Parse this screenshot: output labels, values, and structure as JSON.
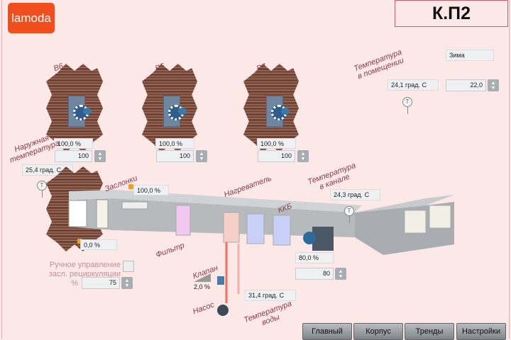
{
  "header": {
    "logo": "lamoda",
    "title": "К.П2"
  },
  "mode": "Зима",
  "room": {
    "label": "Температура в помещении",
    "label1": "Температура",
    "label2": "в помещении",
    "value": "24,1 град. С",
    "setpoint": "22,0"
  },
  "outdoor": {
    "label1": "Наружная",
    "label2": "температура",
    "value": "25,4 град. С"
  },
  "fans": [
    {
      "name": "В6",
      "status": "100,0 %",
      "setpoint": "100"
    },
    {
      "name": "В5",
      "status": "100,0 %",
      "setpoint": "100"
    },
    {
      "name": "В4",
      "status": "100,0 %",
      "setpoint": "100"
    }
  ],
  "dampers": {
    "label": "Заслонки",
    "top": "100,0 %",
    "bottom": "0,0 %"
  },
  "recirc": {
    "label1": "Ручное управление",
    "label2": "засл. рециркуляции",
    "percent_label": "%",
    "value": "75"
  },
  "filter_label": "Фильтр",
  "heater_label": "Нагреватель",
  "kkb_label": "ККБ",
  "valve": {
    "label": "Клапан",
    "value": "2,0 %"
  },
  "pump_label": "Насос",
  "water": {
    "label1": "Температура",
    "label2": "воды",
    "value": "31,4 град. С"
  },
  "duct": {
    "label1": "Температура",
    "label2": "в канале",
    "value": "24,3 град. С"
  },
  "supply_fan": {
    "status": "80,0 %",
    "setpoint": "80"
  },
  "thermometer_symbol": "T",
  "nav": [
    {
      "label": "Главный"
    },
    {
      "label": "Корпус"
    },
    {
      "label": "Тренды"
    },
    {
      "label": "Настройки"
    }
  ]
}
